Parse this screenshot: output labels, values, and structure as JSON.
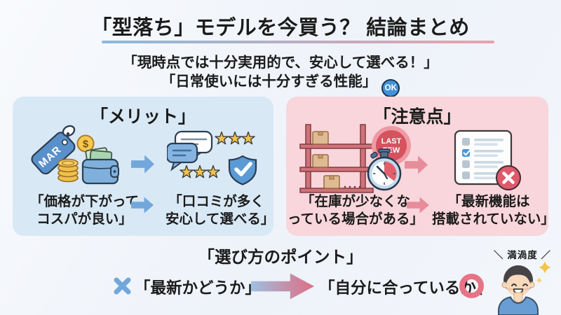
{
  "header": {
    "title": "「型落ち」モデルを今買う？ 結論まとめ",
    "subtitle_line1": "「現時点では十分実用的で、安心して選べる！」",
    "subtitle_line2": "「日常使いには十分すぎる性能」",
    "ok_badge_label": "OK"
  },
  "merit_panel": {
    "title": "「メリット」",
    "price_tag_label": "MAR",
    "dollar_sign": "$",
    "cause_line1": "「価格が下がって",
    "cause_line2": "コスパが良い」",
    "effect_line1": "「口コミが多く",
    "effect_line2": "安心して選べる」"
  },
  "caution_panel": {
    "title": "「注意点」",
    "stock_badge_line1": "LAST",
    "stock_badge_line2": "FEW",
    "cause_line1": "「在庫が少なくな",
    "cause_line2": "っている場合がある」",
    "effect_line1": "「最新機能は",
    "effect_line2": "搭載されていない」"
  },
  "conclusion": {
    "title": "「選び方のポイント」",
    "rejected_text": "「最新かどうか」",
    "accepted_text": "「自分に合っているか」",
    "satisfaction_tick_left": "＼",
    "satisfaction_label": "満渦度",
    "satisfaction_tick_right": "／"
  },
  "colors": {
    "merit_panel_bg": "#d9e8f5",
    "caution_panel_bg": "#f8d6db",
    "merit_accent": "#72a7db",
    "caution_accent": "#e88c9b",
    "ok_badge_bg": "#4292db",
    "underline_gradient_from": "#8bb9d9",
    "underline_gradient_to": "#e9a2ab",
    "star_gold": "#f3c14b",
    "shield_blue": "#5b9bd5",
    "error_red": "#e0596a"
  }
}
